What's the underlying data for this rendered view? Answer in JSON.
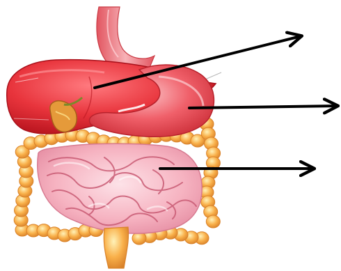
{
  "diagram": {
    "subject": "digestive-system-organs",
    "organs": [
      {
        "name": "esophagus-icon"
      },
      {
        "name": "liver-icon"
      },
      {
        "name": "gallbladder-icon"
      },
      {
        "name": "stomach-icon"
      },
      {
        "name": "large-intestine-icon"
      },
      {
        "name": "small-intestine-icon"
      },
      {
        "name": "rectum-icon"
      }
    ],
    "pointer_arrows": [
      {
        "name": "arrow-to-liver-label",
        "points_to": "liver"
      },
      {
        "name": "arrow-to-stomach-label",
        "points_to": "stomach"
      },
      {
        "name": "arrow-to-small-intestine-label",
        "points_to": "small intestine"
      }
    ],
    "labels": []
  },
  "colors": {
    "liver": "#e8343c",
    "liver_dark": "#b8141e",
    "stomach": "#f0606a",
    "stomach_light": "#f7a0a6",
    "esophagus": "#f2878f",
    "small_intestine": "#f6b3c1",
    "small_intestine_line": "#c95b74",
    "large_intestine": "#f9b04a",
    "large_intestine_light": "#fde08a",
    "gallbladder": "#e59a3a",
    "arrow": "#000000",
    "background": "#ffffff"
  }
}
